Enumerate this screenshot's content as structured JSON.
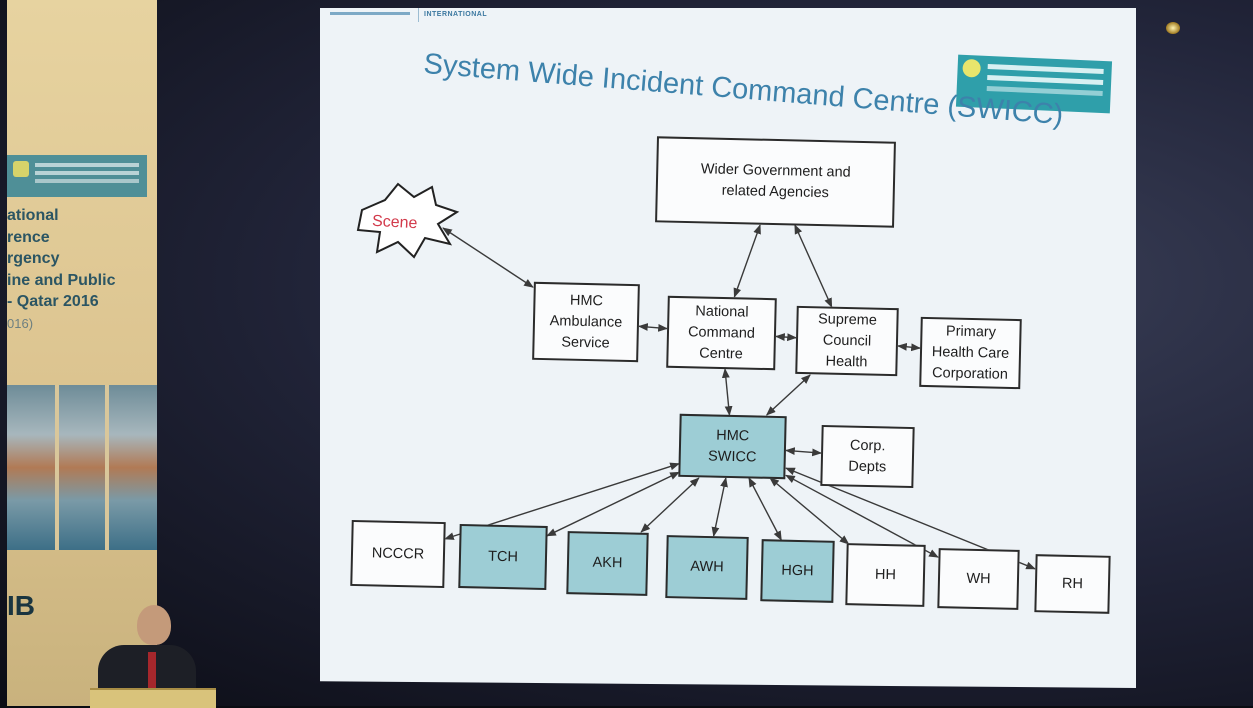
{
  "slide": {
    "header_tag": "INTERNATIONAL",
    "title": "System Wide Incident Command Centre (SWICC)"
  },
  "banner": {
    "lines": [
      "ational",
      "rence",
      "rgency",
      "ine and Public",
      "- Qatar 2016",
      "016)"
    ],
    "footer_letters": "IB"
  },
  "diagram": {
    "nodes": [
      {
        "id": "wider",
        "label": "Wider Government and\nrelated Agencies",
        "fill": "white"
      },
      {
        "id": "ambulance",
        "label": "HMC\nAmbulance\nService",
        "fill": "white"
      },
      {
        "id": "ncc",
        "label": "National\nCommand\nCentre",
        "fill": "white"
      },
      {
        "id": "sch",
        "label": "Supreme\nCouncil\nHealth",
        "fill": "white"
      },
      {
        "id": "phc",
        "label": "Primary\nHealth Care\nCorporation",
        "fill": "white"
      },
      {
        "id": "swicc",
        "label": "HMC\nSWICC",
        "fill": "teal"
      },
      {
        "id": "corp",
        "label": "Corp.\nDepts",
        "fill": "white"
      },
      {
        "id": "ncccr",
        "label": "NCCCR",
        "fill": "white"
      },
      {
        "id": "tch",
        "label": "TCH",
        "fill": "teal"
      },
      {
        "id": "akh",
        "label": "AKH",
        "fill": "teal"
      },
      {
        "id": "awh",
        "label": "AWH",
        "fill": "teal"
      },
      {
        "id": "hgh",
        "label": "HGH",
        "fill": "teal"
      },
      {
        "id": "hh",
        "label": "HH",
        "fill": "white"
      },
      {
        "id": "wh",
        "label": "WH",
        "fill": "white"
      },
      {
        "id": "rh",
        "label": "RH",
        "fill": "white"
      }
    ],
    "scene_label": "Scene",
    "edges": [
      {
        "from": "scene",
        "to": "ambulance",
        "dir": "both"
      },
      {
        "from": "wider",
        "to": "ncc",
        "dir": "both"
      },
      {
        "from": "wider",
        "to": "sch",
        "dir": "both"
      },
      {
        "from": "ambulance",
        "to": "ncc",
        "dir": "both"
      },
      {
        "from": "ncc",
        "to": "sch",
        "dir": "both"
      },
      {
        "from": "sch",
        "to": "phc",
        "dir": "both"
      },
      {
        "from": "ncc",
        "to": "swicc",
        "dir": "both"
      },
      {
        "from": "sch",
        "to": "swicc",
        "dir": "both"
      },
      {
        "from": "swicc",
        "to": "corp",
        "dir": "both"
      },
      {
        "from": "swicc",
        "to": "ncccr",
        "dir": "both"
      },
      {
        "from": "swicc",
        "to": "tch",
        "dir": "both"
      },
      {
        "from": "swicc",
        "to": "akh",
        "dir": "both"
      },
      {
        "from": "swicc",
        "to": "awh",
        "dir": "both"
      },
      {
        "from": "swicc",
        "to": "hgh",
        "dir": "both"
      },
      {
        "from": "swicc",
        "to": "hh",
        "dir": "both"
      },
      {
        "from": "swicc",
        "to": "wh",
        "dir": "both"
      },
      {
        "from": "swicc",
        "to": "rh",
        "dir": "both"
      }
    ]
  },
  "colors": {
    "title": "#3d82ab",
    "teal_fill": "#9dcdd5",
    "scene_text": "#d23a4b",
    "slide_bg": "#eef3f7"
  }
}
